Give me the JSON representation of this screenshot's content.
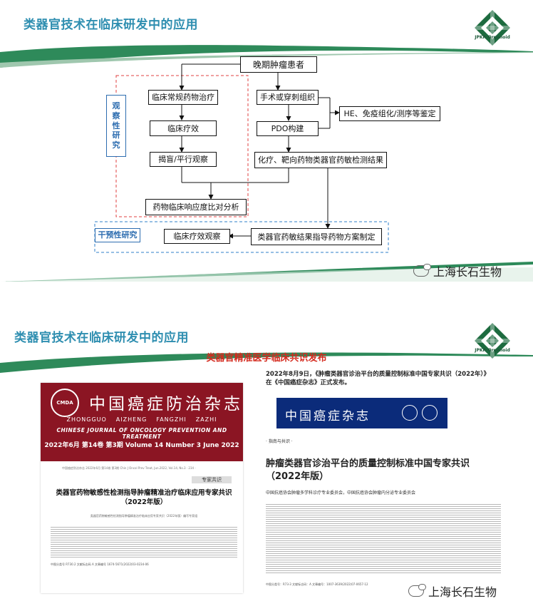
{
  "slide1": {
    "title": "类器官技术在临床研发中的应用",
    "logo_text": "JPKR-Organoid",
    "vertical_label_observational": "观\n察\n性\n研\n究",
    "label_interventional": "干预性研究",
    "nodes": {
      "late_stage_patient": "晚期肿瘤患者",
      "conventional_therapy": "临床常规药物治疗",
      "surgery_biopsy": "手术或穿刺组织",
      "he_ihc": "HE、免疫组化/测序等鉴定",
      "clinical_efficacy": "临床疗效",
      "pdo_build": "PDO构建",
      "blind_parallel": "揭盲/平行观察",
      "drug_screen": "化疗、靶向药物类器官药敏检测结果",
      "response_compare": "药物临床响应度比对分析",
      "clinical_observation": "临床疗效观察",
      "guided_regimen": "类器官药敏结果指导药物方案制定"
    },
    "watermark": "上海长石生物"
  },
  "slide2": {
    "title": "类器官技术在临床研发中的应用",
    "logo_text": "JPKR-Organoid",
    "subtitle": "类器官精准医学临床共识发布",
    "journal": {
      "seal": "CMDA",
      "name": "中国癌症防治杂志",
      "pinyin": [
        "ZHONGGUO",
        "AIZHENG",
        "FANGZHI",
        "ZAZHI"
      ],
      "english": "CHINESE JOURNAL OF ONCOLOGY PREVENTION AND TREATMENT",
      "issue": "2022年6月 第14卷 第3期    Volume 14  Number 3  June 2022",
      "header_line": "中国癌症防治杂志 2022年6月 第14卷 第3期   Chin J Oncol Prev Treat, Jun.2022, Vol.14, No.3   · 234 ·",
      "tag": "专家共识",
      "article_title": "类器官药物敏感性检测指导肿瘤精准治疗临床应用专家共识（2022年版）",
      "authors": "类器官药物敏感性检测指导肿瘤精准治疗临床应用专家共识（2022年版）编写专家组",
      "footer": "中图分类号  R730.2    文献标志码  A    文章编号  1674-5671(2022)03-0234-06"
    },
    "right": {
      "announcement": "2022年8月9日，《肿瘤类器官诊治平台的质量控制标准中国专家共识（2022年）》在《中国癌症杂志》正式发布。",
      "banner_name": "中国癌症杂志",
      "section": "· 指南与共识 ·",
      "title": "肿瘤类器官诊治平台的质量控制标准中国专家共识（2022年版）",
      "orgs": "中国抗癌协会肿瘤多学科诊疗专业委员会，中国抗癌协会肿瘤内分泌专业委员会",
      "footer": "中图分类号：R73-3    文献标志码：A    文章编号：1007-3639(2022)07-0657-12"
    },
    "watermark": "上海长石生物"
  }
}
